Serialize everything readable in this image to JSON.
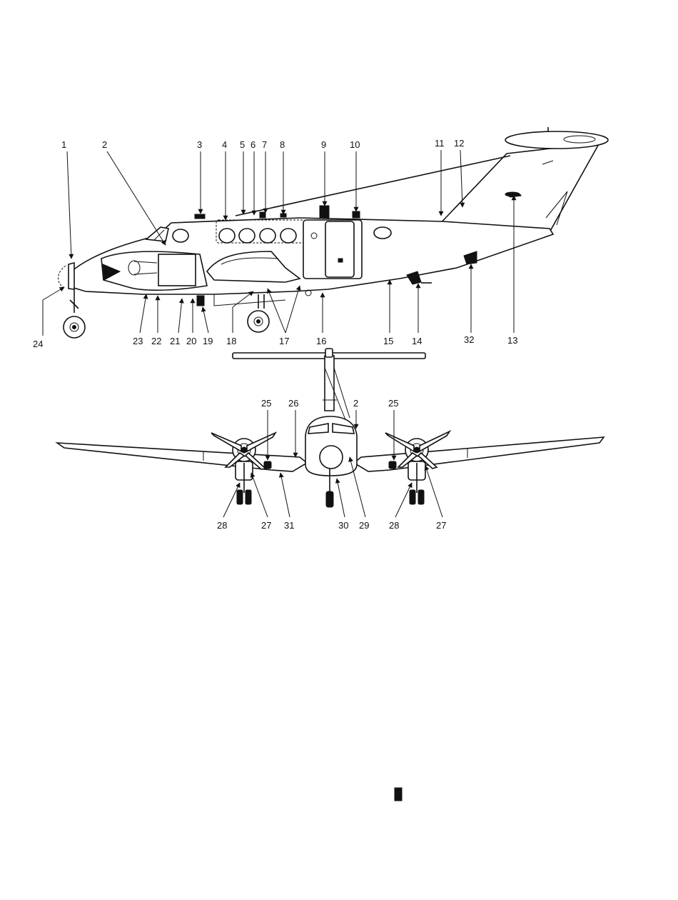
{
  "callouts": {
    "side_view": [
      "1",
      "2",
      "3",
      "4",
      "5",
      "6",
      "7",
      "8",
      "9",
      "10",
      "11",
      "12",
      "13",
      "14",
      "15",
      "16",
      "17",
      "18",
      "19",
      "20",
      "21",
      "22",
      "23",
      "24",
      "32"
    ],
    "front_view": [
      "25",
      "26",
      "2",
      "25",
      "28",
      "27",
      "31",
      "30",
      "29",
      "28",
      "27"
    ]
  },
  "colors": {
    "line": "#111111",
    "background": "#ffffff"
  }
}
